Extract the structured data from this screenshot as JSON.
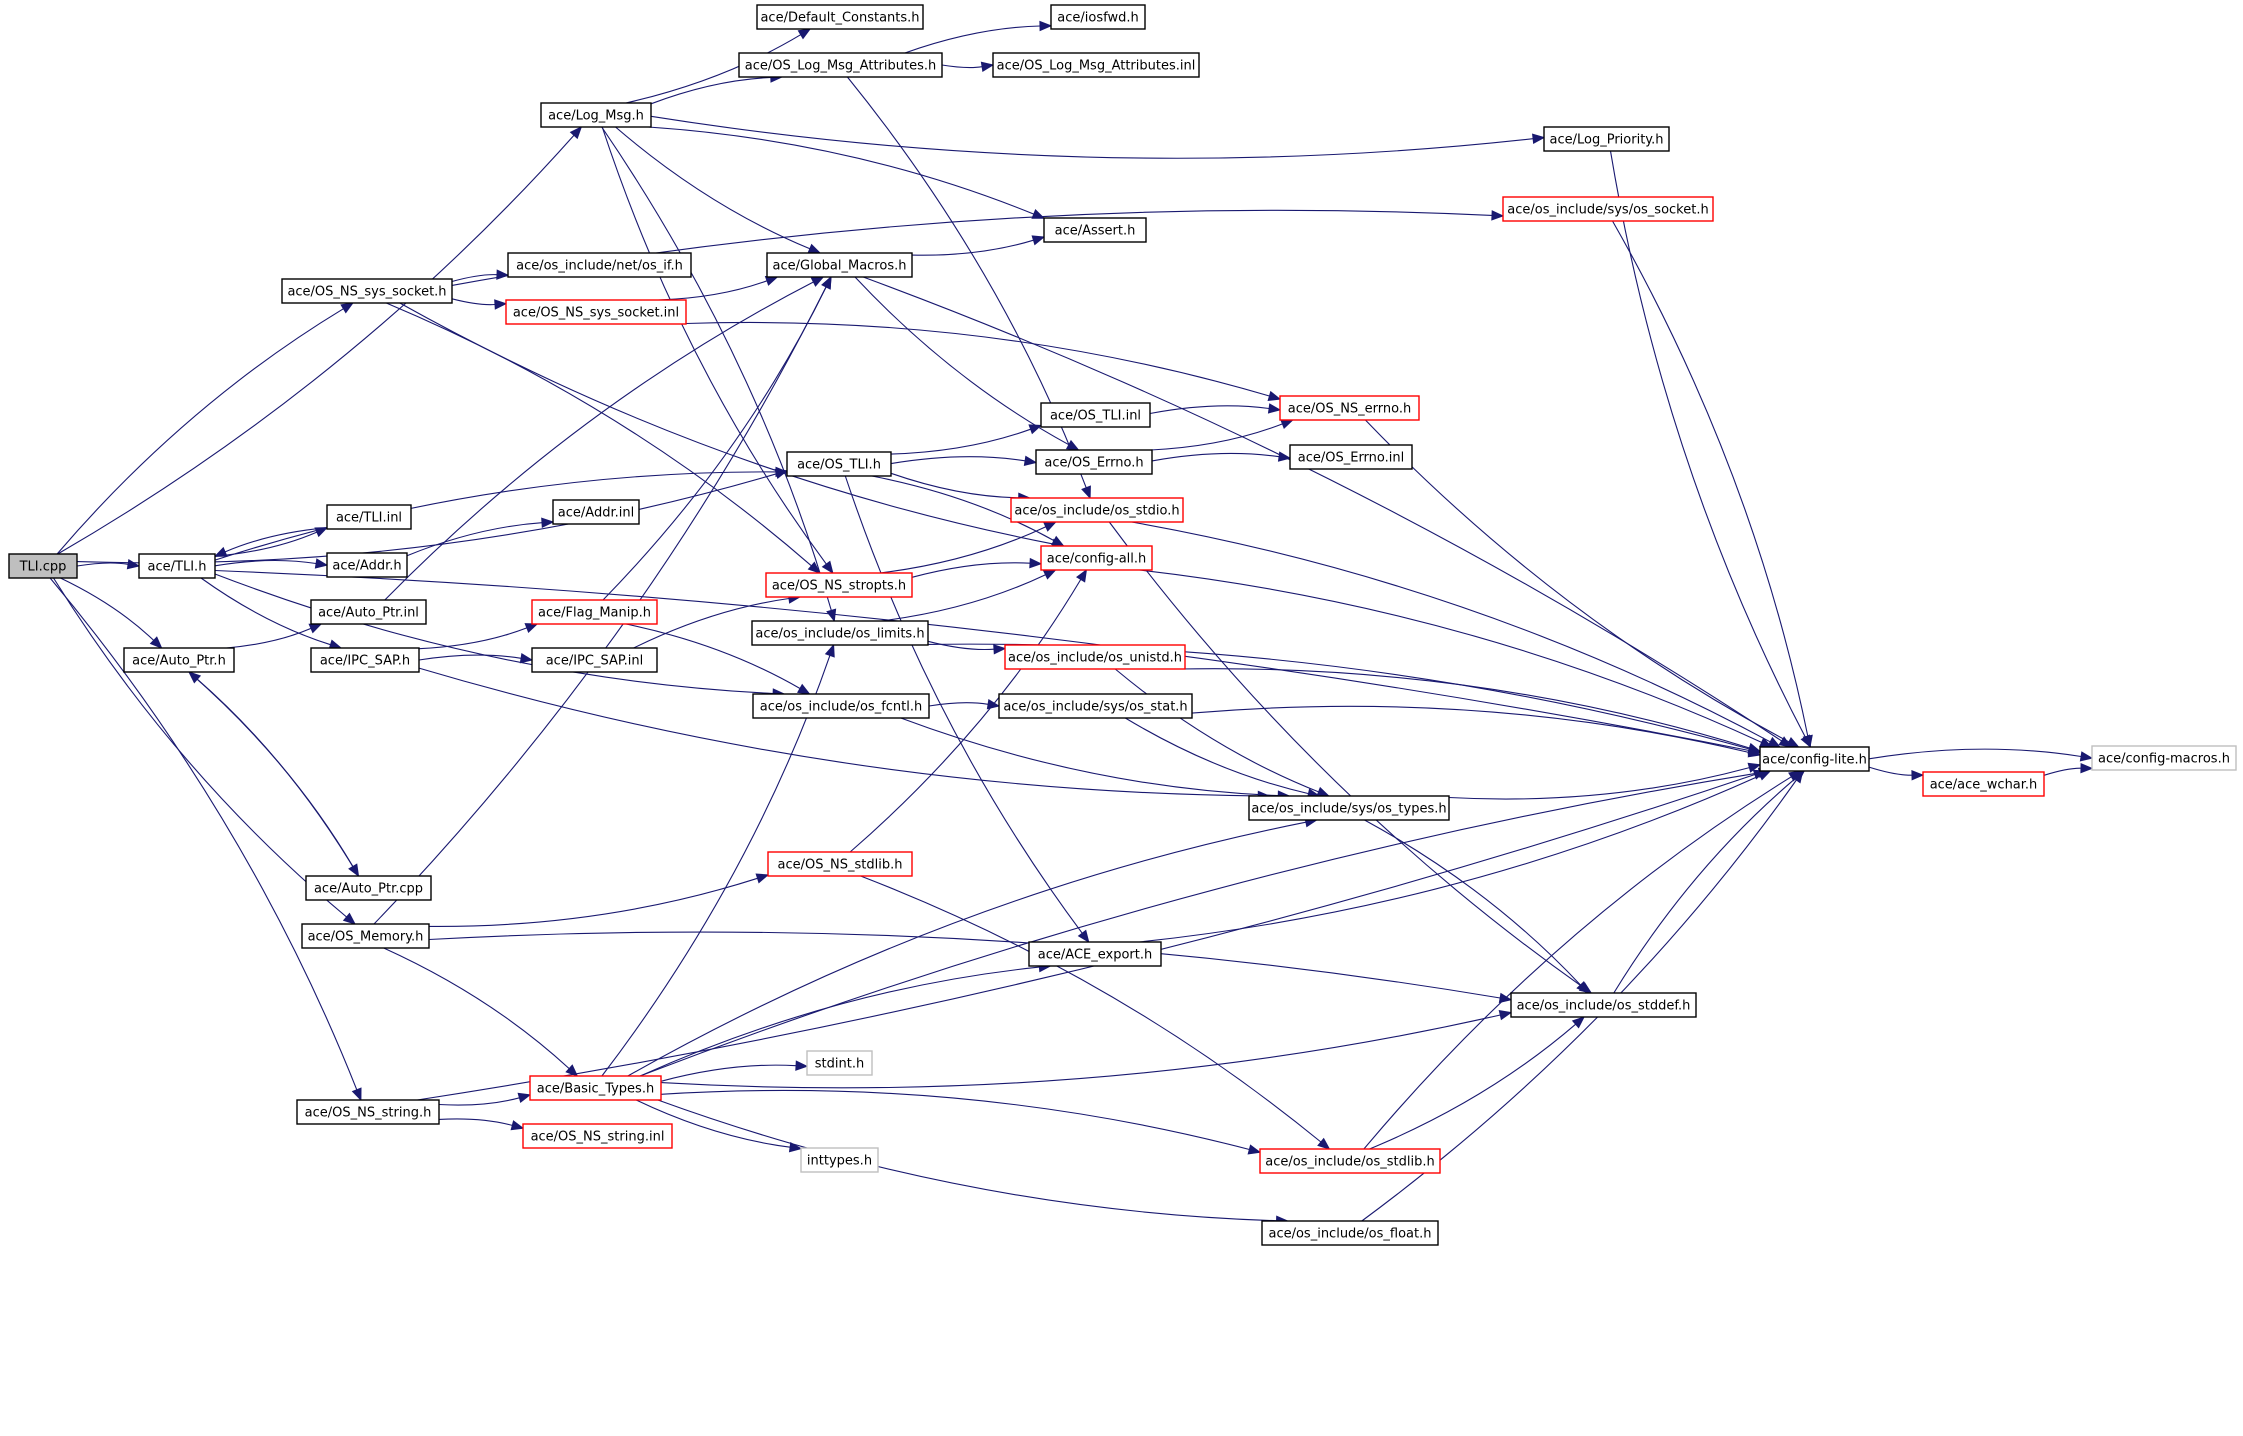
{
  "colors": {
    "edge": "#191970",
    "node_border_default": "#000000",
    "node_border_truncated": "#ff0000",
    "node_border_external": "#bfbfbf",
    "root_fill": "#bfbfbf"
  },
  "nodes": [
    {
      "id": "tli_cpp",
      "label": "TLI.cpp",
      "style": "root"
    },
    {
      "id": "tli_h",
      "label": "ace/TLI.h",
      "style": "normal"
    },
    {
      "id": "tli_inl",
      "label": "ace/TLI.inl",
      "style": "normal"
    },
    {
      "id": "addr_h",
      "label": "ace/Addr.h",
      "style": "normal"
    },
    {
      "id": "addr_inl",
      "label": "ace/Addr.inl",
      "style": "normal"
    },
    {
      "id": "auto_ptr_h",
      "label": "ace/Auto_Ptr.h",
      "style": "normal"
    },
    {
      "id": "auto_ptr_inl",
      "label": "ace/Auto_Ptr.inl",
      "style": "normal"
    },
    {
      "id": "auto_ptr_cpp",
      "label": "ace/Auto_Ptr.cpp",
      "style": "normal"
    },
    {
      "id": "ipc_sap_h",
      "label": "ace/IPC_SAP.h",
      "style": "normal"
    },
    {
      "id": "ipc_sap_inl",
      "label": "ace/IPC_SAP.inl",
      "style": "normal"
    },
    {
      "id": "flag_manip_h",
      "label": "ace/Flag_Manip.h",
      "style": "truncated"
    },
    {
      "id": "log_msg_h",
      "label": "ace/Log_Msg.h",
      "style": "normal"
    },
    {
      "id": "default_constants_h",
      "label": "ace/Default_Constants.h",
      "style": "normal"
    },
    {
      "id": "os_log_msg_attr_h",
      "label": "ace/OS_Log_Msg_Attributes.h",
      "style": "normal"
    },
    {
      "id": "iosfwd_h",
      "label": "ace/iosfwd.h",
      "style": "normal"
    },
    {
      "id": "os_log_msg_attr_inl",
      "label": "ace/OS_Log_Msg_Attributes.inl",
      "style": "normal"
    },
    {
      "id": "log_priority_h",
      "label": "ace/Log_Priority.h",
      "style": "normal"
    },
    {
      "id": "os_socket_h",
      "label": "ace/os_include/sys/os_socket.h",
      "style": "truncated"
    },
    {
      "id": "assert_h",
      "label": "ace/Assert.h",
      "style": "normal"
    },
    {
      "id": "global_macros_h",
      "label": "ace/Global_Macros.h",
      "style": "normal"
    },
    {
      "id": "os_ns_sys_socket_h",
      "label": "ace/OS_NS_sys_socket.h",
      "style": "normal"
    },
    {
      "id": "net_os_if_h",
      "label": "ace/os_include/net/os_if.h",
      "style": "normal"
    },
    {
      "id": "os_ns_sys_socket_inl",
      "label": "ace/OS_NS_sys_socket.inl",
      "style": "truncated"
    },
    {
      "id": "os_tli_inl",
      "label": "ace/OS_TLI.inl",
      "style": "normal"
    },
    {
      "id": "os_ns_errno_h",
      "label": "ace/OS_NS_errno.h",
      "style": "truncated"
    },
    {
      "id": "os_tli_h",
      "label": "ace/OS_TLI.h",
      "style": "normal"
    },
    {
      "id": "os_errno_h",
      "label": "ace/OS_Errno.h",
      "style": "normal"
    },
    {
      "id": "os_errno_inl",
      "label": "ace/OS_Errno.inl",
      "style": "normal"
    },
    {
      "id": "os_stdio_h",
      "label": "ace/os_include/os_stdio.h",
      "style": "truncated"
    },
    {
      "id": "config_all_h",
      "label": "ace/config-all.h",
      "style": "truncated"
    },
    {
      "id": "os_ns_stropts_h",
      "label": "ace/OS_NS_stropts.h",
      "style": "truncated"
    },
    {
      "id": "os_limits_h",
      "label": "ace/os_include/os_limits.h",
      "style": "normal"
    },
    {
      "id": "os_unistd_h",
      "label": "ace/os_include/os_unistd.h",
      "style": "truncated"
    },
    {
      "id": "os_fcntl_h",
      "label": "ace/os_include/os_fcntl.h",
      "style": "normal"
    },
    {
      "id": "sys_os_stat_h",
      "label": "ace/os_include/sys/os_stat.h",
      "style": "normal"
    },
    {
      "id": "config_lite_h",
      "label": "ace/config-lite.h",
      "style": "normal"
    },
    {
      "id": "config_macros_h",
      "label": "ace/config-macros.h",
      "style": "external"
    },
    {
      "id": "ace_wchar_h",
      "label": "ace/ace_wchar.h",
      "style": "truncated"
    },
    {
      "id": "sys_os_types_h",
      "label": "ace/os_include/sys/os_types.h",
      "style": "normal"
    },
    {
      "id": "os_ns_stdlib_h",
      "label": "ace/OS_NS_stdlib.h",
      "style": "truncated"
    },
    {
      "id": "os_memory_h",
      "label": "ace/OS_Memory.h",
      "style": "normal"
    },
    {
      "id": "ace_export_h",
      "label": "ace/ACE_export.h",
      "style": "normal"
    },
    {
      "id": "os_stddef_h",
      "label": "ace/os_include/os_stddef.h",
      "style": "normal"
    },
    {
      "id": "stdint_h",
      "label": "stdint.h",
      "style": "external"
    },
    {
      "id": "os_ns_string_h",
      "label": "ace/OS_NS_string.h",
      "style": "normal"
    },
    {
      "id": "basic_types_h",
      "label": "ace/Basic_Types.h",
      "style": "truncated"
    },
    {
      "id": "os_ns_string_inl",
      "label": "ace/OS_NS_string.inl",
      "style": "truncated"
    },
    {
      "id": "inttypes_h",
      "label": "inttypes.h",
      "style": "external"
    },
    {
      "id": "os_stdlib_h",
      "label": "ace/os_include/os_stdlib.h",
      "style": "truncated"
    },
    {
      "id": "os_float_h",
      "label": "ace/os_include/os_float.h",
      "style": "normal"
    }
  ],
  "edges": [
    {
      "from": "tli_cpp",
      "to": "tli_h"
    },
    {
      "from": "tli_cpp",
      "to": "log_msg_h"
    },
    {
      "from": "tli_cpp",
      "to": "os_ns_sys_socket_h"
    },
    {
      "from": "tli_cpp",
      "to": "os_tli_h"
    },
    {
      "from": "tli_cpp",
      "to": "auto_ptr_h"
    },
    {
      "from": "tli_cpp",
      "to": "os_memory_h"
    },
    {
      "from": "tli_cpp",
      "to": "os_ns_string_h"
    },
    {
      "from": "tli_h",
      "to": "tli_inl"
    },
    {
      "from": "tli_h",
      "to": "addr_h"
    },
    {
      "from": "tli_h",
      "to": "ipc_sap_h"
    },
    {
      "from": "tli_h",
      "to": "os_tli_h"
    },
    {
      "from": "tli_h",
      "to": "os_fcntl_h"
    },
    {
      "from": "tli_h",
      "to": "config_lite_h"
    },
    {
      "from": "tli_inl",
      "to": "tli_h"
    },
    {
      "from": "addr_h",
      "to": "addr_inl"
    },
    {
      "from": "auto_ptr_h",
      "to": "auto_ptr_inl"
    },
    {
      "from": "auto_ptr_h",
      "to": "auto_ptr_cpp"
    },
    {
      "from": "auto_ptr_cpp",
      "to": "auto_ptr_h"
    },
    {
      "from": "auto_ptr_inl",
      "to": "global_macros_h"
    },
    {
      "from": "ipc_sap_h",
      "to": "flag_manip_h"
    },
    {
      "from": "ipc_sap_h",
      "to": "ipc_sap_inl"
    },
    {
      "from": "ipc_sap_h",
      "to": "sys_os_types_h"
    },
    {
      "from": "ipc_sap_inl",
      "to": "os_ns_stropts_h"
    },
    {
      "from": "flag_manip_h",
      "to": "global_macros_h"
    },
    {
      "from": "flag_manip_h",
      "to": "os_fcntl_h"
    },
    {
      "from": "log_msg_h",
      "to": "default_constants_h"
    },
    {
      "from": "log_msg_h",
      "to": "os_log_msg_attr_h"
    },
    {
      "from": "log_msg_h",
      "to": "log_priority_h"
    },
    {
      "from": "log_msg_h",
      "to": "assert_h"
    },
    {
      "from": "log_msg_h",
      "to": "global_macros_h"
    },
    {
      "from": "log_msg_h",
      "to": "os_limits_h"
    },
    {
      "from": "log_msg_h",
      "to": "os_ns_stropts_h"
    },
    {
      "from": "os_log_msg_attr_h",
      "to": "iosfwd_h"
    },
    {
      "from": "os_log_msg_attr_h",
      "to": "os_log_msg_attr_inl"
    },
    {
      "from": "os_log_msg_attr_h",
      "to": "os_stdio_h"
    },
    {
      "from": "log_priority_h",
      "to": "config_lite_h"
    },
    {
      "from": "os_socket_h",
      "to": "config_lite_h"
    },
    {
      "from": "global_macros_h",
      "to": "assert_h"
    },
    {
      "from": "global_macros_h",
      "to": "config_lite_h"
    },
    {
      "from": "global_macros_h",
      "to": "os_errno_h"
    },
    {
      "from": "os_ns_sys_socket_h",
      "to": "net_os_if_h"
    },
    {
      "from": "os_ns_sys_socket_h",
      "to": "os_ns_sys_socket_inl"
    },
    {
      "from": "os_ns_sys_socket_h",
      "to": "os_socket_h"
    },
    {
      "from": "os_ns_sys_socket_h",
      "to": "config_all_h"
    },
    {
      "from": "os_ns_sys_socket_h",
      "to": "os_ns_stropts_h"
    },
    {
      "from": "os_ns_sys_socket_inl",
      "to": "global_macros_h"
    },
    {
      "from": "os_ns_sys_socket_inl",
      "to": "os_ns_errno_h"
    },
    {
      "from": "os_tli_h",
      "to": "os_tli_inl"
    },
    {
      "from": "os_tli_h",
      "to": "os_errno_h"
    },
    {
      "from": "os_tli_h",
      "to": "os_stdio_h"
    },
    {
      "from": "os_tli_h",
      "to": "config_all_h"
    },
    {
      "from": "os_tli_h",
      "to": "ace_export_h"
    },
    {
      "from": "os_tli_inl",
      "to": "os_ns_errno_h"
    },
    {
      "from": "os_ns_errno_h",
      "to": "config_lite_h"
    },
    {
      "from": "os_errno_h",
      "to": "os_errno_inl"
    },
    {
      "from": "os_errno_h",
      "to": "os_ns_errno_h"
    },
    {
      "from": "os_stdio_h",
      "to": "config_lite_h"
    },
    {
      "from": "os_stdio_h",
      "to": "os_stddef_h"
    },
    {
      "from": "config_all_h",
      "to": "config_lite_h"
    },
    {
      "from": "os_ns_stropts_h",
      "to": "os_stdio_h"
    },
    {
      "from": "os_ns_stropts_h",
      "to": "config_all_h"
    },
    {
      "from": "os_limits_h",
      "to": "os_unistd_h"
    },
    {
      "from": "os_limits_h",
      "to": "config_lite_h"
    },
    {
      "from": "os_limits_h",
      "to": "config_all_h"
    },
    {
      "from": "os_unistd_h",
      "to": "config_lite_h"
    },
    {
      "from": "os_unistd_h",
      "to": "sys_os_types_h"
    },
    {
      "from": "os_fcntl_h",
      "to": "sys_os_stat_h"
    },
    {
      "from": "os_fcntl_h",
      "to": "sys_os_types_h"
    },
    {
      "from": "sys_os_stat_h",
      "to": "config_lite_h"
    },
    {
      "from": "sys_os_stat_h",
      "to": "sys_os_types_h"
    },
    {
      "from": "config_lite_h",
      "to": "config_macros_h"
    },
    {
      "from": "config_lite_h",
      "to": "ace_wchar_h"
    },
    {
      "from": "ace_wchar_h",
      "to": "config_macros_h"
    },
    {
      "from": "sys_os_types_h",
      "to": "config_lite_h"
    },
    {
      "from": "sys_os_types_h",
      "to": "os_stddef_h"
    },
    {
      "from": "os_ns_stdlib_h",
      "to": "config_all_h"
    },
    {
      "from": "os_ns_stdlib_h",
      "to": "os_stdlib_h"
    },
    {
      "from": "os_memory_h",
      "to": "os_ns_stdlib_h"
    },
    {
      "from": "os_memory_h",
      "to": "basic_types_h"
    },
    {
      "from": "os_memory_h",
      "to": "global_macros_h"
    },
    {
      "from": "os_memory_h",
      "to": "os_stddef_h"
    },
    {
      "from": "ace_export_h",
      "to": "config_lite_h"
    },
    {
      "from": "os_stddef_h",
      "to": "config_lite_h"
    },
    {
      "from": "os_ns_string_h",
      "to": "basic_types_h"
    },
    {
      "from": "os_ns_string_h",
      "to": "os_ns_string_inl"
    },
    {
      "from": "os_ns_string_h",
      "to": "config_lite_h"
    },
    {
      "from": "basic_types_h",
      "to": "stdint_h"
    },
    {
      "from": "basic_types_h",
      "to": "inttypes_h"
    },
    {
      "from": "basic_types_h",
      "to": "ace_export_h"
    },
    {
      "from": "basic_types_h",
      "to": "os_limits_h"
    },
    {
      "from": "basic_types_h",
      "to": "sys_os_types_h"
    },
    {
      "from": "basic_types_h",
      "to": "os_stddef_h"
    },
    {
      "from": "basic_types_h",
      "to": "os_stdlib_h"
    },
    {
      "from": "basic_types_h",
      "to": "os_float_h"
    },
    {
      "from": "basic_types_h",
      "to": "config_lite_h"
    },
    {
      "from": "os_stdlib_h",
      "to": "os_stddef_h"
    },
    {
      "from": "os_stdlib_h",
      "to": "config_lite_h"
    },
    {
      "from": "os_float_h",
      "to": "config_lite_h"
    }
  ]
}
